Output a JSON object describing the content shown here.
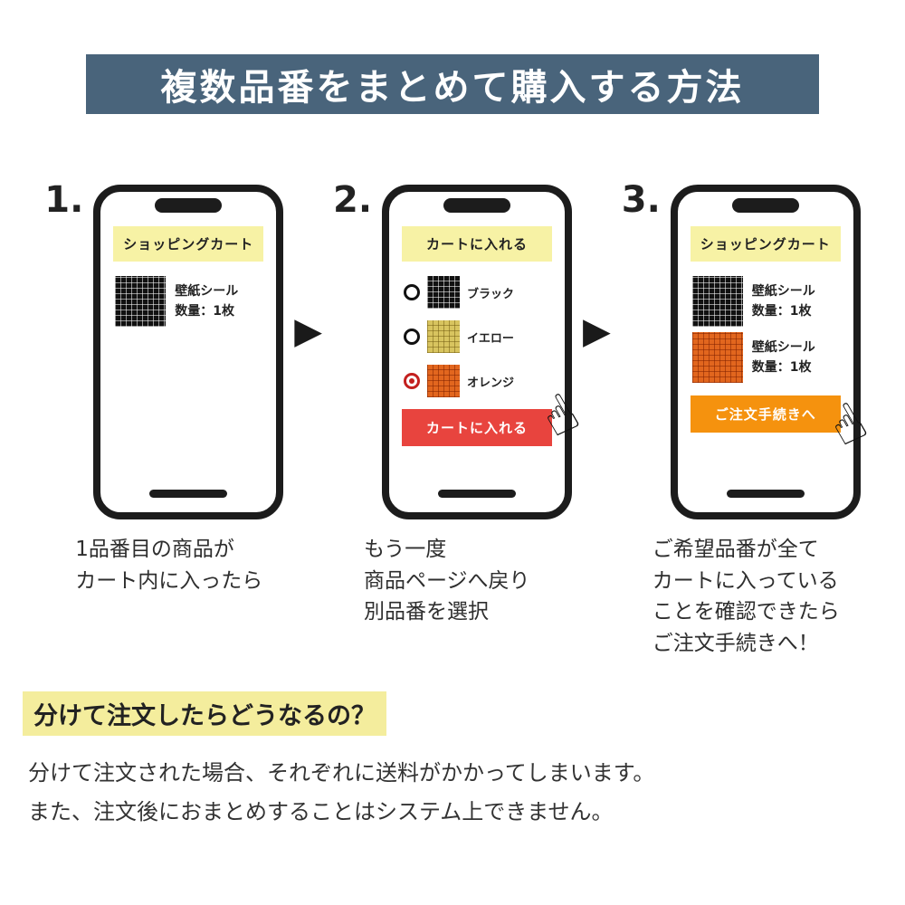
{
  "banner": {
    "title": "複数品番をまとめて購入する方法",
    "bg": "#49647b"
  },
  "glyphs": {
    "arrow": "▶",
    "hand": "☝"
  },
  "colors": {
    "banner_bg": "#49647b",
    "phone_header_bg": "#f7f2a5",
    "highlight_bg": "#f4ed9d",
    "add_to_cart_red": "#e8443e",
    "checkout_orange": "#f5920e",
    "swatch_black": "#111111",
    "swatch_yellow": "#d8c45f",
    "swatch_orange": "#e2661e",
    "radio_selected_red": "#c3201f"
  },
  "steps": [
    {
      "number": "1.",
      "phone": {
        "header": "ショッピングカート",
        "items": [
          {
            "swatch": "black",
            "name": "壁紙シール",
            "qty": "数量：1枚"
          }
        ]
      },
      "caption": "1品番目の商品が\nカート内に入ったら"
    },
    {
      "number": "2.",
      "phone": {
        "header": "カートに入れる",
        "options": [
          {
            "label": "ブラック",
            "swatch": "black",
            "state": "unselected"
          },
          {
            "label": "イエロー",
            "swatch": "yellow",
            "state": "unselected"
          },
          {
            "label": "オレンジ",
            "swatch": "orange",
            "state": "selected"
          }
        ],
        "button": {
          "label": "カートに入れる",
          "bg": "#e8443e"
        }
      },
      "caption": "もう一度\n商品ページへ戻り\n別品番を選択"
    },
    {
      "number": "3.",
      "phone": {
        "header": "ショッピングカート",
        "items": [
          {
            "swatch": "black",
            "name": "壁紙シール",
            "qty": "数量：1枚"
          },
          {
            "swatch": "orange",
            "name": "壁紙シール",
            "qty": "数量：1枚"
          }
        ],
        "button": {
          "label": "ご注文手続きへ",
          "bg": "#f5920e"
        }
      },
      "caption": "ご希望品番が全て\nカートに入っている\nことを確認できたら\nご注文手続きへ！"
    }
  ],
  "faq": {
    "heading": "分けて注文したらどうなるの？",
    "body": "分けて注文された場合、それぞれに送料がかかってしまいます。\nまた、注文後におまとめすることはシステム上できません。"
  }
}
